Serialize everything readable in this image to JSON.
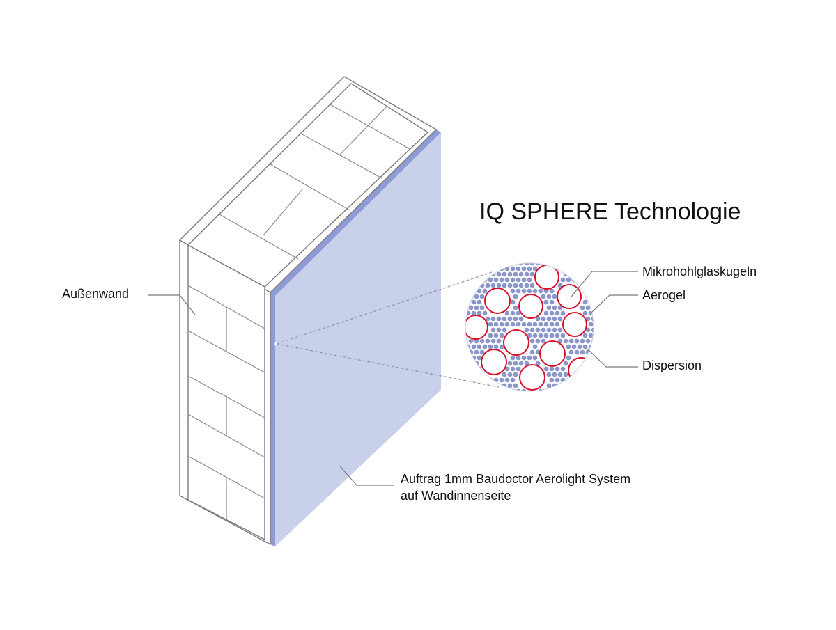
{
  "title": "IQ SPHERE Technologie",
  "labels": {
    "outer_wall": "Außenwand",
    "microspheres": "Mikrohohlglaskugeln",
    "aerogel": "Aerogel",
    "dispersion": "Dispersion",
    "coating_line1": "Auftrag 1mm Baudoctor Aerolight System",
    "coating_line2": "auf Wandinnenseite"
  },
  "colors": {
    "coating": "#c9d0ea",
    "coating_edge": "#8f9bd4",
    "aerogel_dot": "#8b96c9",
    "sphere_ring": "#d8112a",
    "outline": "#7a7a7a"
  }
}
